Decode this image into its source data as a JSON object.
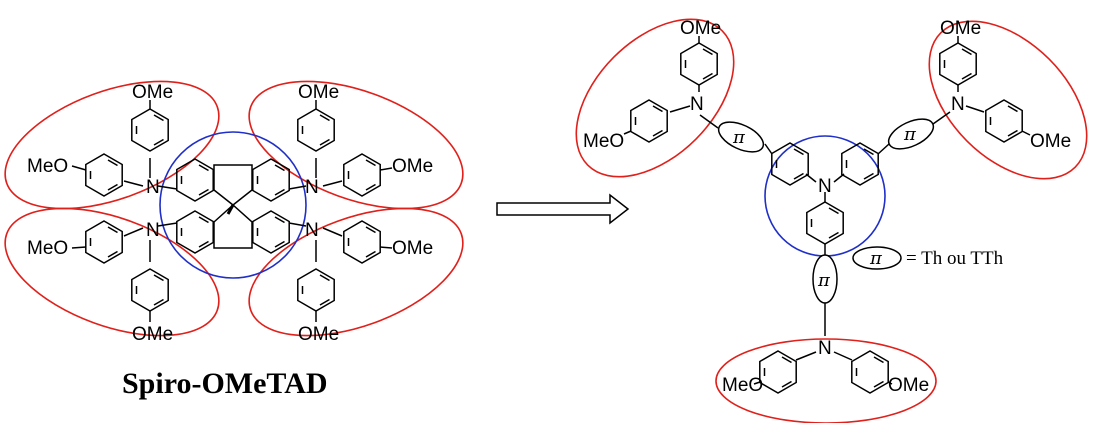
{
  "spiro": {
    "title": "Spiro-OMeTAD",
    "ome_top_left": "OMe",
    "ome_top_right": "OMe",
    "ome_bottom_left": "OMe",
    "ome_bottom_right": "OMe",
    "meo_upper_left": "MeO",
    "meo_lower_left": "MeO",
    "ome_upper_right": "OMe",
    "ome_lower_right": "OMe",
    "n_label": "N"
  },
  "target": {
    "ome_upper_left_arm": "OMe",
    "meo_upper_left_arm": "MeO",
    "ome_upper_right_arm": "OMe",
    "ome_right_arm": "OMe",
    "meo_bottom_arm": "MeO",
    "ome_bottom_arm": "OMe",
    "n_label": "N",
    "pi_symbol": "π"
  },
  "legend": {
    "pi_symbol": "π",
    "text": "= Th ou TTh"
  },
  "colors": {
    "red_outline": "#e0201b",
    "blue_outline": "#1f2fc8"
  }
}
